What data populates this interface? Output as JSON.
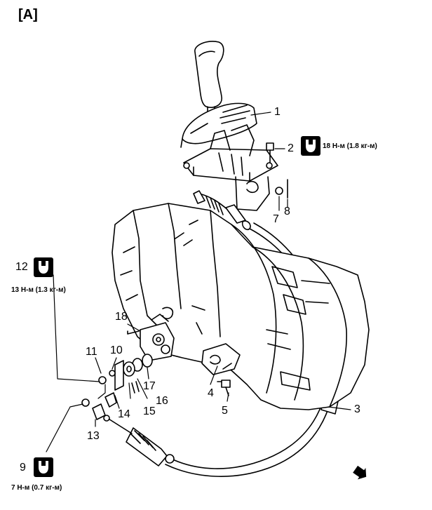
{
  "section_label": "[A]",
  "callouts": [
    "1",
    "2",
    "3",
    "4",
    "5",
    "7",
    "8",
    "9",
    "10",
    "11",
    "12",
    "13",
    "14",
    "15",
    "16",
    "17",
    "18"
  ],
  "torque_specs": {
    "item_2": "18 Н-м (1.8 кг-м)",
    "item_12": "13 Н-м (1.3 кг-м)",
    "item_9": "7 Н-м (0.7 кг-м)"
  },
  "icons": [
    "torque-wrench-icon",
    "arrow-indicator-icon"
  ],
  "colors": {
    "ink": "#000000",
    "paper": "#ffffff"
  }
}
